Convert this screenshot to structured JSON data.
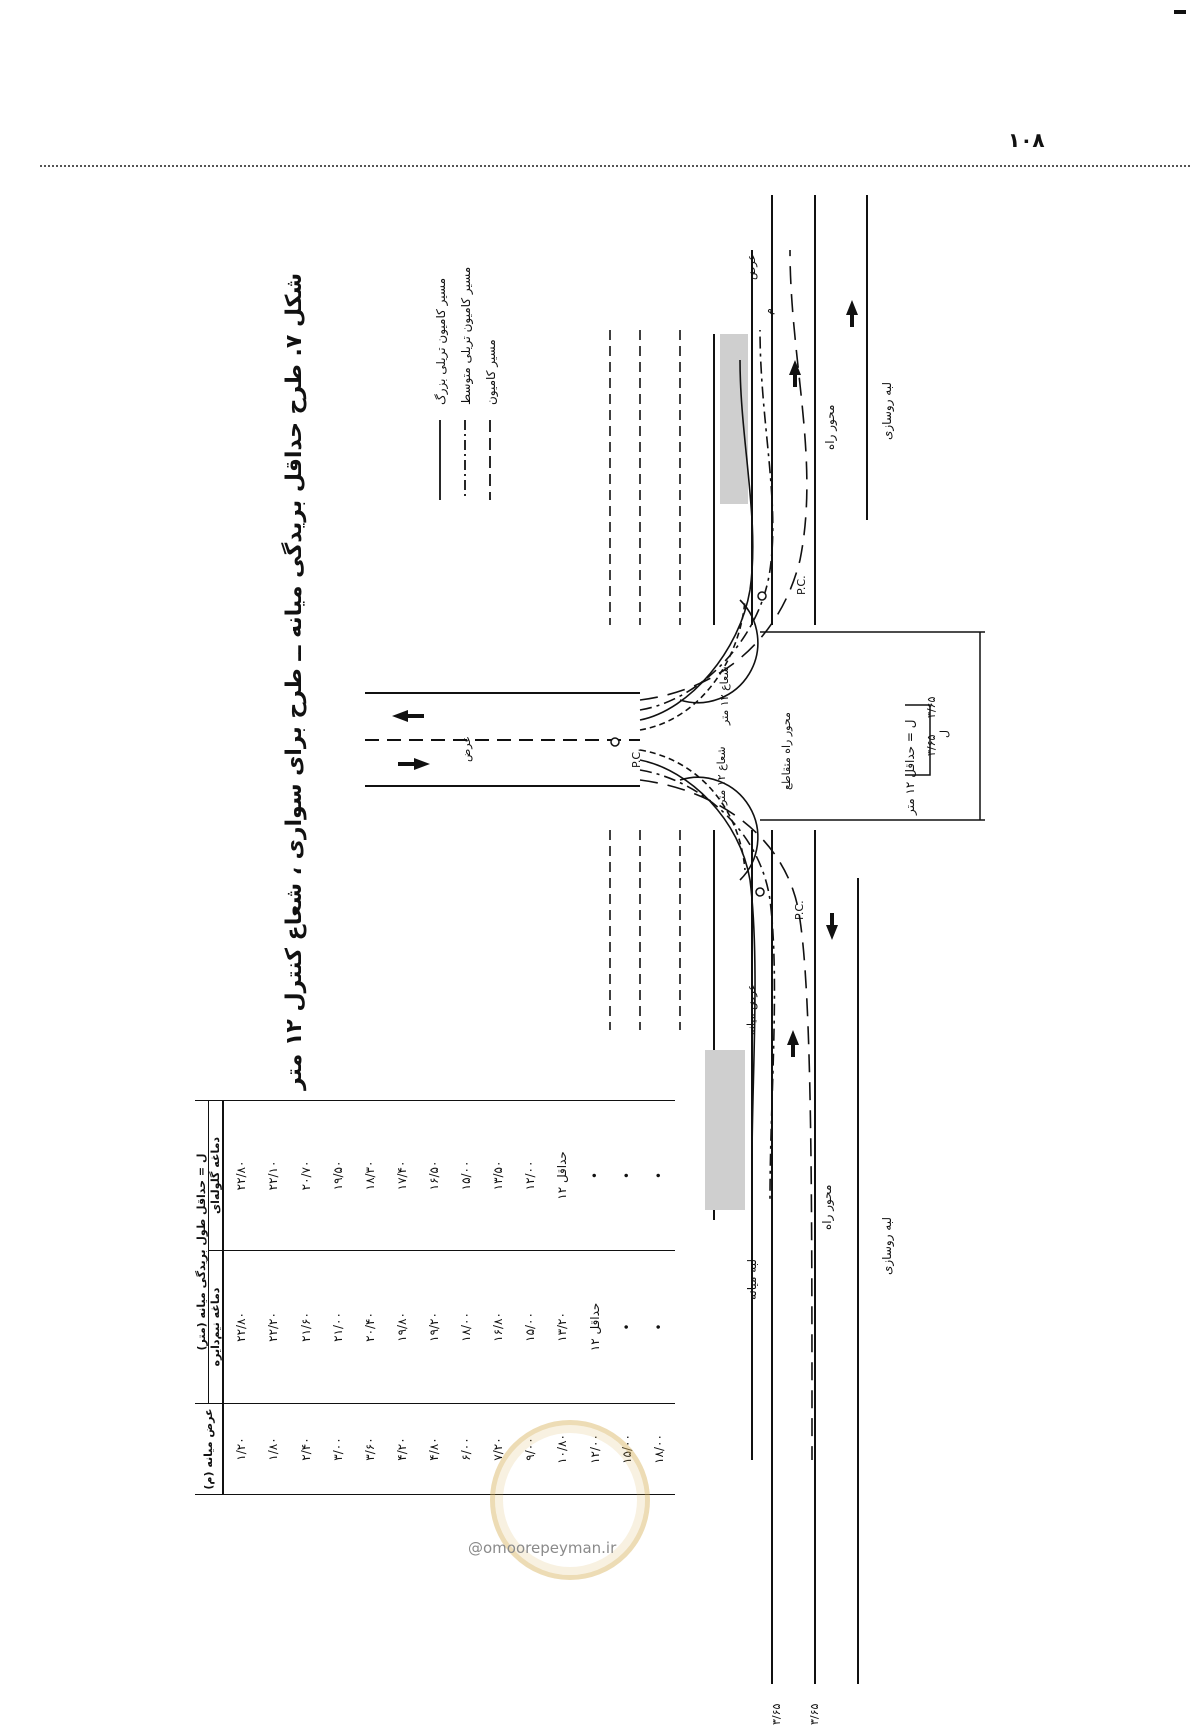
{
  "page": {
    "number": "۱۰۸",
    "caption": "شکل ۷. طرح حداقل بریدگی میانه ــ طرح برای سواری ، شعاع کنترل ۱۲ متر",
    "watermark": "@omoorepeyman.ir"
  },
  "legend": {
    "items": [
      {
        "label": "مسیر کامیون",
        "style": "long-dash"
      },
      {
        "label": "مسیر کامیون تریلی متوسط",
        "style": "dash-dot"
      },
      {
        "label": "مسیر کامیون تریلی بزرگ",
        "style": "solid"
      }
    ]
  },
  "diagram": {
    "labels": {
      "edge_top": "لبه روسازی",
      "axis_top": "محور راه",
      "edge_bottom": "لبه روسازی",
      "axis_bottom": "محور راه",
      "median_edge": "لبه میانه",
      "cross_axis": "محور راه متقاطع",
      "min_distance": "ل = حداقل ۱۲ متر",
      "length_l": "ل",
      "radius": "شعاع ۱۲ متر",
      "width_a": "عرض میانه",
      "lane_width_a": "عرض",
      "pc": "P.C.",
      "dim_left": "۳/۶۵",
      "dim_right": "۳/۶۵",
      "lane_left": "۳/۶۵",
      "lane_right": "۳/۶۵",
      "m": "م"
    }
  },
  "table": {
    "headers": {
      "width": "عرض میانه (م)",
      "group_title": "ل = حداقل طول بریدگی میانه (متر)",
      "semicircle": "دماغه نیم‌دایره",
      "bullet": "دماغه گلوله‌ای"
    },
    "rows": [
      {
        "width": "۱/۲۰",
        "semicircle": "۲۲/۸۰",
        "bullet": "۲۲/۸۰"
      },
      {
        "width": "۱/۸۰",
        "semicircle": "۲۲/۲۰",
        "bullet": "۲۲/۱۰"
      },
      {
        "width": "۲/۴۰",
        "semicircle": "۲۱/۶۰",
        "bullet": "۲۰/۷۰"
      },
      {
        "width": "۳/۰۰",
        "semicircle": "۲۱/۰۰",
        "bullet": "۱۹/۵۰"
      },
      {
        "width": "۳/۶۰",
        "semicircle": "۲۰/۴۰",
        "bullet": "۱۸/۳۰"
      },
      {
        "width": "۴/۲۰",
        "semicircle": "۱۹/۸۰",
        "bullet": "۱۷/۴۰"
      },
      {
        "width": "۴/۸۰",
        "semicircle": "۱۹/۲۰",
        "bullet": "۱۶/۵۰"
      },
      {
        "width": "۶/۰۰",
        "semicircle": "۱۸/۰۰",
        "bullet": "۱۵/۰۰"
      },
      {
        "width": "۷/۲۰",
        "semicircle": "۱۶/۸۰",
        "bullet": "۱۳/۵۰"
      },
      {
        "width": "۹/۰۰",
        "semicircle": "۱۵/۰۰",
        "bullet": "۱۲/۰۰"
      },
      {
        "width": "۱۰/۸۰",
        "semicircle": "۱۳/۲۰",
        "bullet": "حداقل ۱۲"
      },
      {
        "width": "۱۲/۰۰",
        "semicircle": "حداقل ۱۲",
        "bullet": "•"
      },
      {
        "width": "۱۵/۰۰",
        "semicircle": "•",
        "bullet": "•"
      },
      {
        "width": "۱۸/۰۰",
        "semicircle": "•",
        "bullet": "•"
      }
    ]
  }
}
